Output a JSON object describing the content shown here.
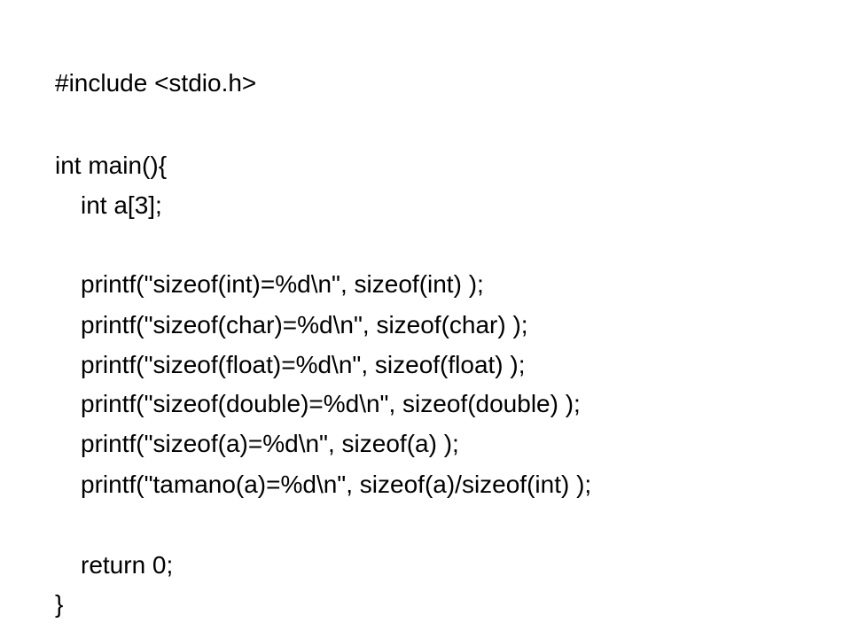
{
  "code": {
    "lines": [
      "#include <stdio.h>",
      "int main(){",
      "int a[3];",
      "printf(\"sizeof(int)=%d\\n\", sizeof(int) );",
      "printf(\"sizeof(char)=%d\\n\", sizeof(char) );",
      "printf(\"sizeof(float)=%d\\n\", sizeof(float) );",
      "printf(\"sizeof(double)=%d\\n\", sizeof(double) );",
      "printf(\"sizeof(a)=%d\\n\", sizeof(a) );",
      "printf(\"tamano(a)=%d\\n\", sizeof(a)/sizeof(int) );",
      "return 0;",
      "}"
    ]
  }
}
